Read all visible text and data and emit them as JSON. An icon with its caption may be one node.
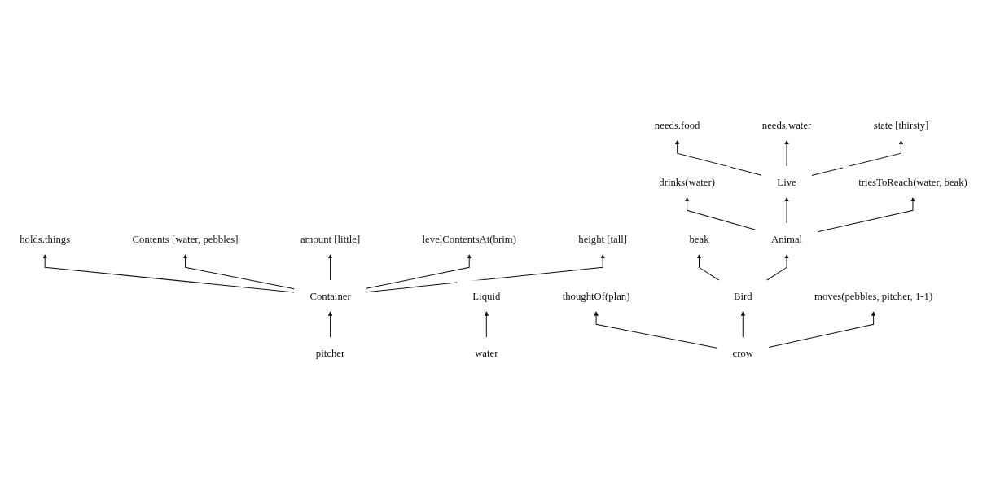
{
  "diagram": {
    "nodes": [
      {
        "text": [
          "needs.food"
        ]
      },
      {
        "text": [
          "needs.water"
        ]
      },
      {
        "text": [
          "state [thirsty]"
        ]
      },
      {
        "text": [
          "triesToReach(water, beak)"
        ]
      },
      {
        "text": [
          "Live"
        ]
      },
      {
        "text": [
          "drinks(water)"
        ]
      },
      {
        "text": [
          "Contents [water, pebbles]"
        ]
      },
      {
        "text": [
          "amount [little]"
        ]
      },
      {
        "text": [
          "holds.things"
        ]
      },
      {
        "text": [
          "Animal"
        ]
      },
      {
        "text": [
          "beak"
        ]
      },
      {
        "text": [
          "moves(pebbles, pitcher, 1-1)"
        ]
      },
      {
        "text": [
          "levelContentsAt(brim)"
        ]
      },
      {
        "text": [
          "Bird"
        ]
      },
      {
        "text": [
          "Liquid"
        ]
      },
      {
        "text": [
          "Container"
        ]
      },
      {
        "text": [
          "thoughtOf(plan)"
        ]
      },
      {
        "text": [
          "crow"
        ]
      },
      {
        "text": [
          "water"
        ]
      },
      {
        "text": [
          "height [tall]"
        ]
      },
      {
        "text": [
          "pitcher"
        ]
      }
    ],
    "edges": [
      {
        "from": 4,
        "to": 0,
        "arrow": "to"
      },
      {
        "from": 4,
        "to": 1,
        "arrow": "to"
      },
      {
        "from": 4,
        "to": 2,
        "arrow": "to"
      },
      {
        "from": 9,
        "to": 5,
        "arrow": "to"
      },
      {
        "from": 9,
        "to": 4,
        "arrow": "to"
      },
      {
        "from": 9,
        "to": 3,
        "arrow": "to"
      },
      {
        "from": 13,
        "to": 10,
        "arrow": "to"
      },
      {
        "from": 13,
        "to": 9,
        "arrow": "to"
      },
      {
        "from": 17,
        "to": 16,
        "arrow": "to"
      },
      {
        "from": 17,
        "to": 13,
        "arrow": "to"
      },
      {
        "from": 17,
        "to": 11,
        "arrow": "to"
      },
      {
        "from": 18,
        "to": 14,
        "arrow": "to"
      },
      {
        "from": 15,
        "to": 8,
        "arrow": "to"
      },
      {
        "from": 15,
        "to": 6,
        "arrow": "to"
      },
      {
        "from": 15,
        "to": 7,
        "arrow": "to"
      },
      {
        "from": 15,
        "to": 12,
        "arrow": "to"
      },
      {
        "from": 15,
        "to": 19,
        "arrow": "to"
      },
      {
        "from": 20,
        "to": 15,
        "arrow": "to"
      }
    ]
  }
}
